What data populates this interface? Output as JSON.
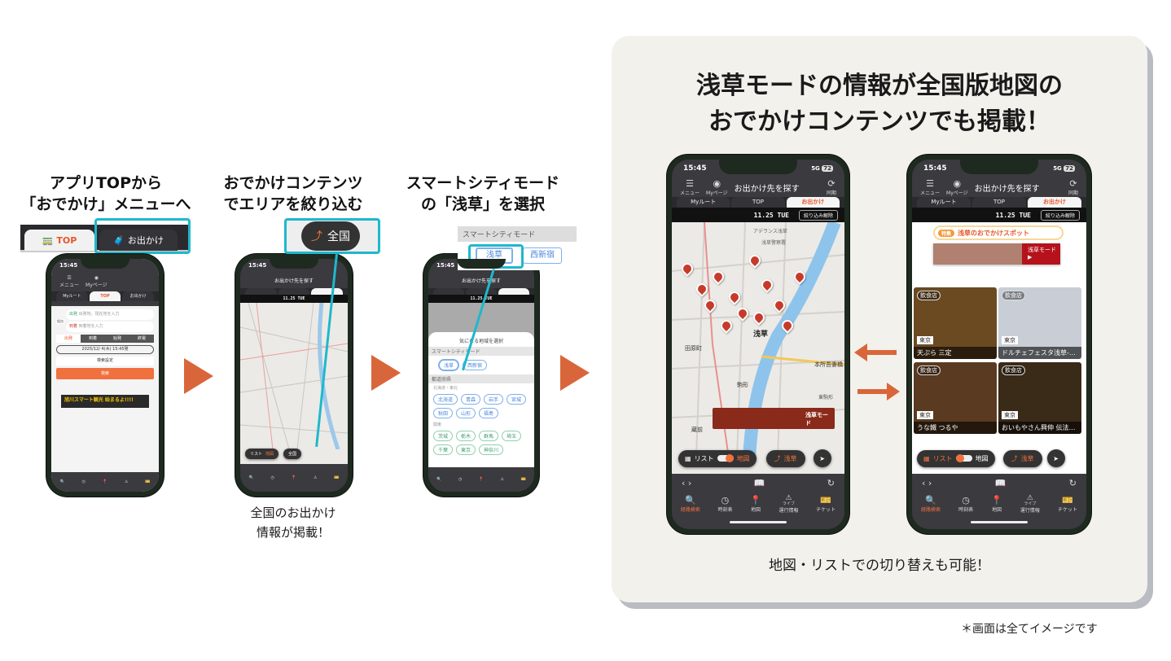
{
  "steps": [
    {
      "title_lines": [
        "アプリTOPから",
        "「おでかけ」メニューへ"
      ]
    },
    {
      "title_lines": [
        "おでかけコンテンツ",
        "でエリアを絞り込む"
      ],
      "caption_lines": [
        "全国のお出かけ",
        "情報が掲載！"
      ]
    },
    {
      "title_lines": [
        "スマートシティモード",
        "の「浅草」を選択"
      ]
    }
  ],
  "step1_callout": {
    "tab_top": "TOP",
    "tab_odekake": "お出かけ"
  },
  "step2_callout": {
    "label": "全国"
  },
  "step3_callout": {
    "header": "スマートシティモード",
    "options": [
      "浅草",
      "西新宿"
    ]
  },
  "small_phone1": {
    "time": "15:45",
    "menu": "メニュー",
    "mypage": "Myページ",
    "tabs": [
      "Myルート",
      "TOP",
      "お出かけ"
    ],
    "from_placeholder": "出発地、現在地を入力",
    "to_placeholder": "到着地を入力",
    "from_badge": "出発",
    "to_badge": "到着",
    "via": "経由",
    "mode_tabs": [
      "出発",
      "到着",
      "始発",
      "終電"
    ],
    "datetime": "2025/12/ 4(木) 15:45発",
    "settings": "検索設定",
    "search": "検索",
    "banner": "旭川スマート観光 始まるよ!!!!"
  },
  "small_phone2": {
    "time": "15:45",
    "title": "お出かけ先を探す",
    "date": "11.25 TUE",
    "area": "全国",
    "list": "リスト",
    "map": "地図"
  },
  "small_phone3": {
    "time": "15:45",
    "title": "お出かけ先を探す",
    "date": "11.25 TUE",
    "sheet_title": "気になる地域を選択",
    "section_smart": "スマートシティモード",
    "smart_options": [
      "浅草",
      "西新宿"
    ],
    "section_pref": "都道府県",
    "region1": "北海道・東北",
    "region1_prefs": [
      "北海道",
      "青森",
      "岩手",
      "宮城",
      "秋田",
      "山形",
      "福島"
    ],
    "region2": "関東",
    "region2_prefs": [
      "茨城",
      "栃木",
      "群馬",
      "埼玉",
      "千葉",
      "東京",
      "神奈川"
    ]
  },
  "panel": {
    "title_lines": [
      "浅草モードの情報が全国版地図の",
      "おでかけコンテンツでも掲載！"
    ],
    "caption": "地図・リストでの切り替えも可能！"
  },
  "phone_common": {
    "time": "15:45",
    "signal": "5G",
    "battery": "72",
    "menu": "メニュー",
    "mypage": "Myページ",
    "title": "お出かけ先を探す",
    "sync": "同期",
    "tabs": [
      "Myルート",
      "TOP",
      "お出かけ"
    ],
    "date": "11.25 TUE",
    "clear_filter": "絞り込み解除",
    "list_label": "リスト",
    "map_label": "地図",
    "area_label": "浅草",
    "nav": [
      "経路検索",
      "時刻表",
      "地図",
      "運行情報",
      "チケット"
    ],
    "nav_live": "ライブ"
  },
  "map_phone": {
    "places": [
      "浅草",
      "田原町",
      "本所吾妻橋",
      "駒形",
      "蔵前",
      "東駒形",
      "浅草警察署",
      "アデランス浅草"
    ],
    "banner": "浅草モード"
  },
  "list_phone": {
    "feature_badge": "特集",
    "feature_title": "浅草のおでかけスポット",
    "banner": "浅草モード▶",
    "cards": [
      {
        "category": "飲食店",
        "pref": "東京",
        "name": "天ぷら 三定"
      },
      {
        "category": "飲食店",
        "pref": "東京",
        "name": "ドルチェフェスタ浅草-DOLC…"
      },
      {
        "category": "飲食店",
        "pref": "東京",
        "name": "うな鐵 つるや"
      },
      {
        "category": "飲食店",
        "pref": "東京",
        "name": "おいもやさん興伸 伝法院東通店"
      }
    ]
  },
  "footnote": "＊画面は全てイメージです",
  "colors": {
    "accent": "#e8552b",
    "arrow": "#d9663a",
    "callout": "#1fb8cc",
    "panel_bg": "#f3f1ec"
  }
}
